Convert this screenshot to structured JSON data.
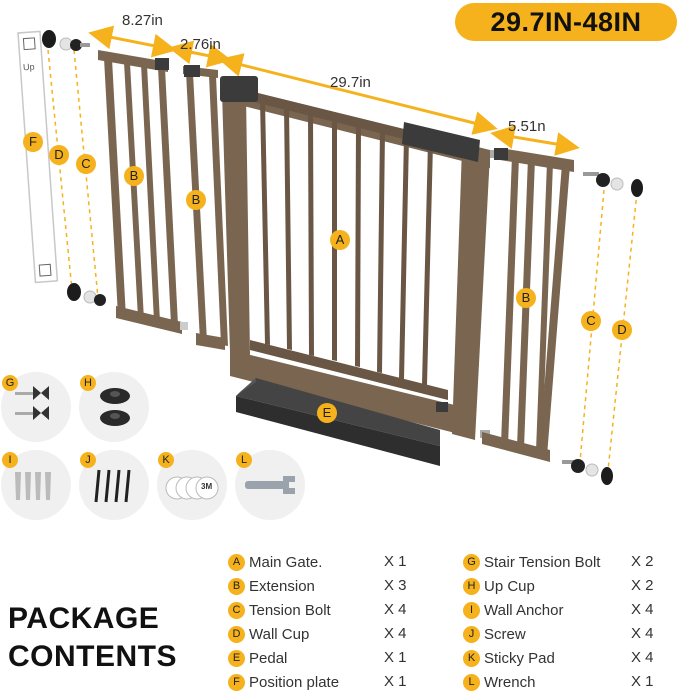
{
  "badge": "29.7IN-48IN",
  "dimensions": {
    "left_extension": "8.27in",
    "small_extension": "2.76in",
    "main_gate": "29.7in",
    "right_extension": "5.51n"
  },
  "labels": {
    "a": "A",
    "b": "B",
    "c": "C",
    "d": "D",
    "e": "E",
    "f": "F",
    "g": "G",
    "h": "H",
    "i": "I",
    "j": "J",
    "k": "K",
    "l": "L"
  },
  "position_plate_text": "Up",
  "sticky_pad_text": "3M",
  "package_title": [
    "PACKAGE",
    "CONTENTS"
  ],
  "contents_left": [
    {
      "letter": "A",
      "name": "Main Gate.",
      "qty": "X 1"
    },
    {
      "letter": "B",
      "name": "Extension",
      "qty": "X 3"
    },
    {
      "letter": "C",
      "name": "Tension Bolt",
      "qty": "X 4"
    },
    {
      "letter": "D",
      "name": "Wall Cup",
      "qty": "X 4"
    },
    {
      "letter": "E",
      "name": "Pedal",
      "qty": "X 1"
    },
    {
      "letter": "F",
      "name": "Position plate",
      "qty": "X 1"
    }
  ],
  "contents_right": [
    {
      "letter": "G",
      "name": "Stair Tension Bolt",
      "qty": "X 2"
    },
    {
      "letter": "H",
      "name": "Up Cup",
      "qty": "X 2"
    },
    {
      "letter": "I",
      "name": "Wall Anchor",
      "qty": "X 4"
    },
    {
      "letter": "J",
      "name": "Screw",
      "qty": "X 4"
    },
    {
      "letter": "K",
      "name": "Sticky Pad",
      "qty": "X 4"
    },
    {
      "letter": "L",
      "name": "Wrench",
      "qty": "X 1"
    }
  ],
  "colors": {
    "accent": "#f5b21c",
    "frame": "#7a6550",
    "frame_dark": "#5e4c3b",
    "pedal": "#2e2e2e"
  }
}
